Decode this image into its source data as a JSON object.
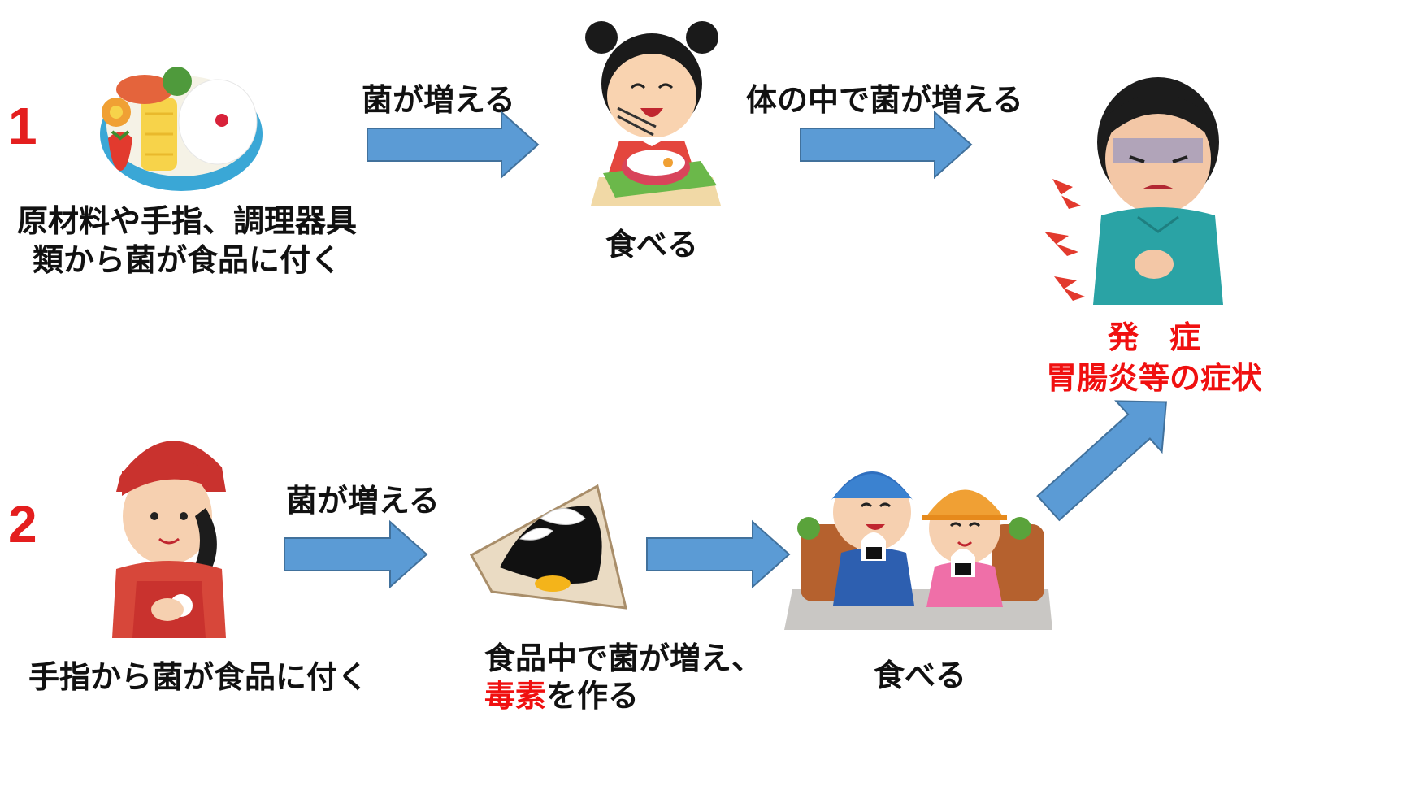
{
  "flow1": {
    "number": "1",
    "step1_label_line1": "原材料や手指、調理器具",
    "step1_label_line2": "類から菌が食品に付く",
    "arrow1_label": "菌が増える",
    "step2_label": "食べる",
    "arrow2_label": "体の中で菌が増える"
  },
  "outcome": {
    "title": "発　症",
    "subtitle": "胃腸炎等の症状"
  },
  "flow2": {
    "number": "2",
    "step1_label": "手指から菌が食品に付く",
    "arrow1_label": "菌が増える",
    "step2_label_line1": "食品中で菌が増え、",
    "step2_label_highlight": "毒素",
    "step2_label_rest": "を作る",
    "step3_label": "食べる"
  },
  "colors": {
    "arrow_fill": "#5b9bd5",
    "arrow_stroke": "#41719c",
    "emphasis_red": "#f01010",
    "number_red": "#e41e1e"
  }
}
